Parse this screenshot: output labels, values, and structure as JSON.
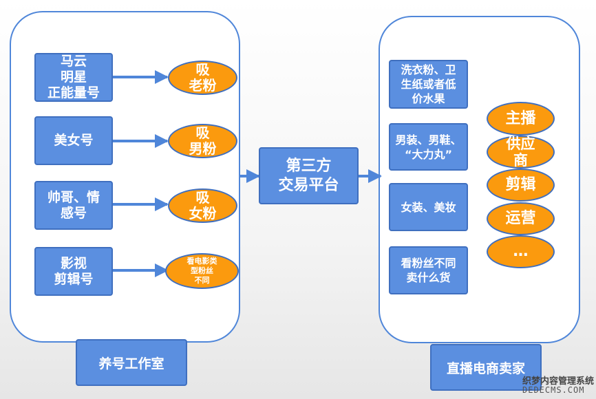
{
  "left_panel": {
    "caption": "养号工作室",
    "sources": [
      "马云\n明星\n正能量号",
      "美女号",
      "帅哥、情\n感号",
      "影视\n剪辑号"
    ],
    "fans": [
      "吸\n老粉",
      "吸\n男粉",
      "吸\n女粉",
      "看电影类\n型粉丝\n不同"
    ]
  },
  "center": {
    "platform": "第三方\n交易平台"
  },
  "right_panel": {
    "caption": "直播电商卖家",
    "goods": [
      "洗衣粉、卫\n生纸或者低\n价水果",
      "男装、男鞋、\n“大力丸”",
      "女装、美妆",
      "看粉丝不同\n卖什么货"
    ],
    "roles": [
      "主播",
      "供应\n商",
      "剪辑",
      "运营",
      "…"
    ]
  },
  "watermark": {
    "line1": "织梦内容管理系统",
    "line2": "DEDECMS.COM"
  },
  "colors": {
    "box_fill": "#5b8fe0",
    "box_border": "#3f6fbf",
    "oval_fill": "#fb9a0e",
    "panel_border": "#4f86d9"
  }
}
